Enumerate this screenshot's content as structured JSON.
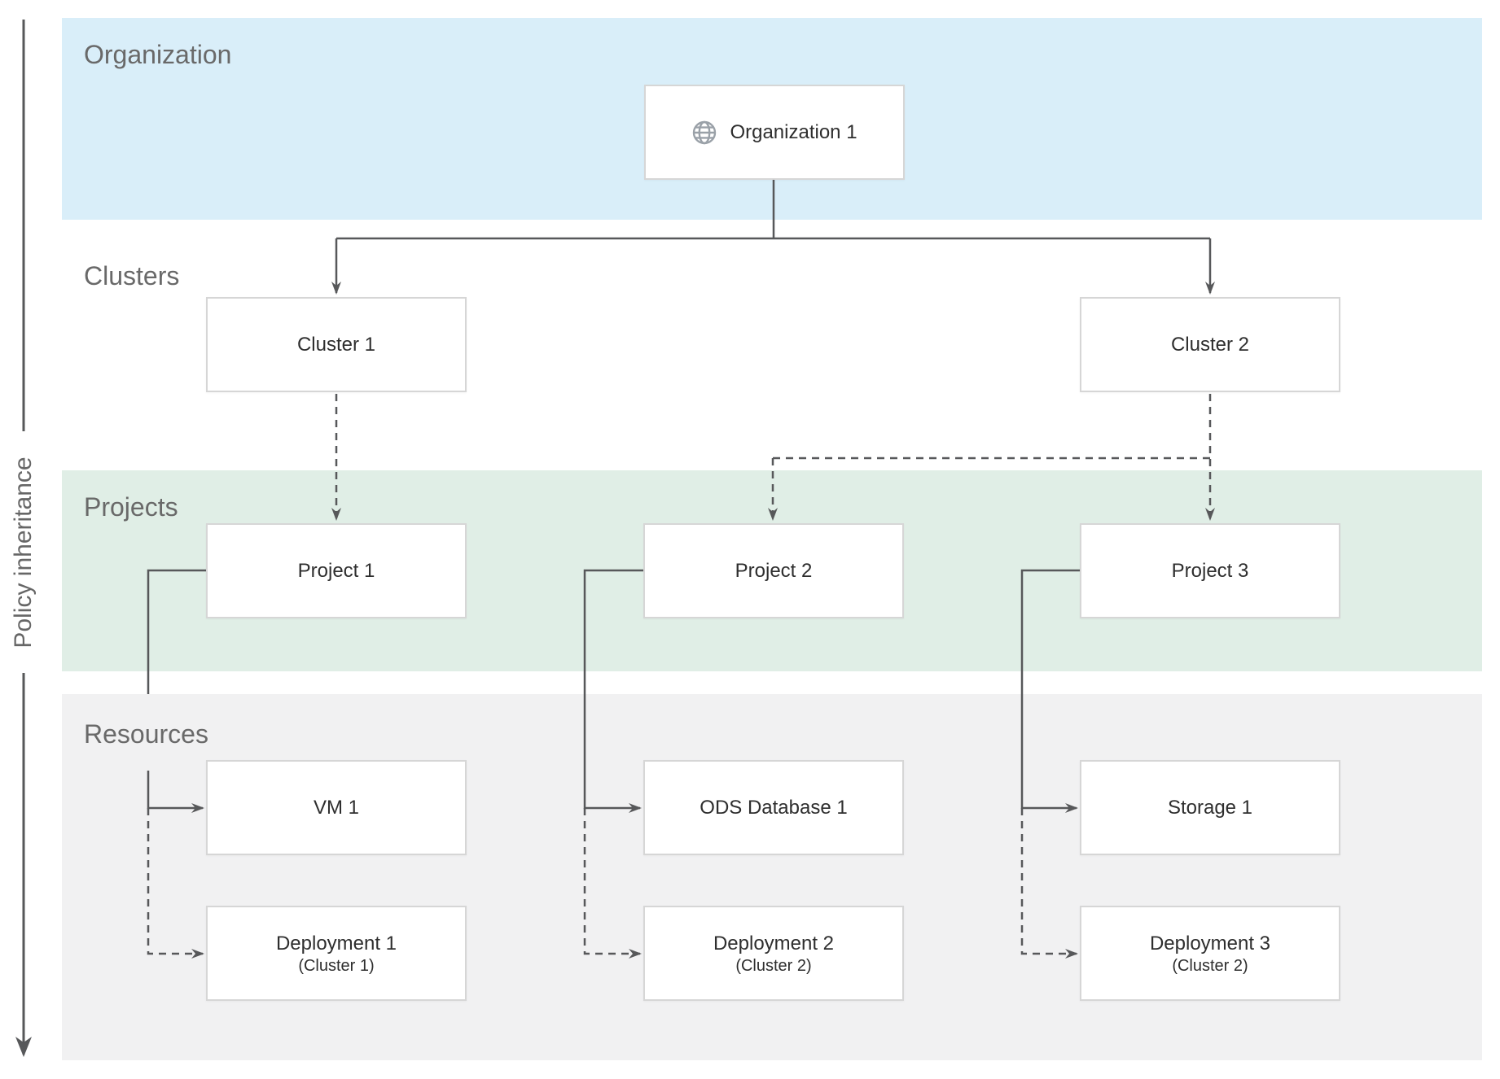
{
  "policy_axis": {
    "label": "Policy inheritance"
  },
  "bands": {
    "organization": {
      "label": "Organization",
      "color": "#d9eef9"
    },
    "clusters": {
      "label": "Clusters",
      "color": "#ffffff"
    },
    "projects": {
      "label": "Projects",
      "color": "#e0eee6"
    },
    "resources": {
      "label": "Resources",
      "color": "#f1f1f2"
    }
  },
  "nodes": {
    "organization1": {
      "label": "Organization 1",
      "icon": "globe-icon"
    },
    "cluster1": {
      "label": "Cluster 1"
    },
    "cluster2": {
      "label": "Cluster 2"
    },
    "project1": {
      "label": "Project 1"
    },
    "project2": {
      "label": "Project 2"
    },
    "project3": {
      "label": "Project 3"
    },
    "vm1": {
      "label": "VM 1"
    },
    "ods_database1": {
      "label": "ODS Database 1"
    },
    "storage1": {
      "label": "Storage 1"
    },
    "deployment1": {
      "label": "Deployment 1",
      "sublabel": "(Cluster 1)"
    },
    "deployment2": {
      "label": "Deployment 2",
      "sublabel": "(Cluster 2)"
    },
    "deployment3": {
      "label": "Deployment 3",
      "sublabel": "(Cluster 2)"
    }
  },
  "edges": [
    {
      "from": "organization1",
      "to": "cluster1",
      "style": "solid"
    },
    {
      "from": "organization1",
      "to": "cluster2",
      "style": "solid"
    },
    {
      "from": "cluster1",
      "to": "project1",
      "style": "dashed"
    },
    {
      "from": "cluster2",
      "to": "project2",
      "style": "dashed"
    },
    {
      "from": "cluster2",
      "to": "project3",
      "style": "dashed"
    },
    {
      "from": "project1",
      "to": "vm1",
      "style": "solid"
    },
    {
      "from": "project1",
      "to": "deployment1",
      "style": "dashed"
    },
    {
      "from": "project2",
      "to": "ods_database1",
      "style": "solid"
    },
    {
      "from": "project2",
      "to": "deployment2",
      "style": "dashed"
    },
    {
      "from": "project3",
      "to": "storage1",
      "style": "solid"
    },
    {
      "from": "project3",
      "to": "deployment3",
      "style": "dashed"
    }
  ],
  "colors": {
    "connector": "#57585a",
    "node_border": "#d6d6d6",
    "node_text": "#2e2e2e",
    "band_label_text": "#696969",
    "globe_icon": "#9aa1a8"
  }
}
